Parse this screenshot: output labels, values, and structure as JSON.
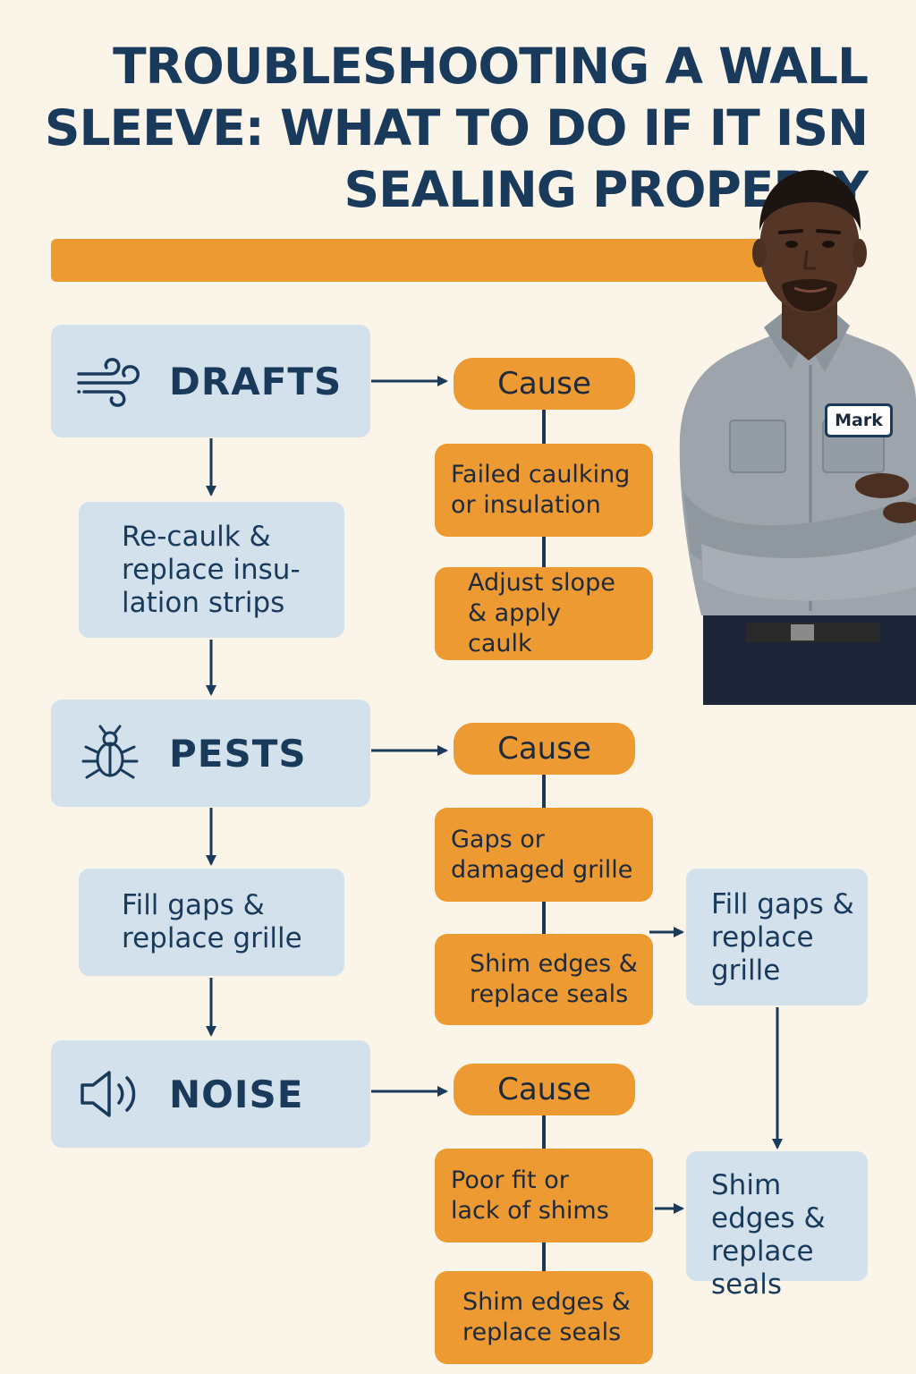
{
  "title": "TROUBLESHOOTING A WALL SLEEVE: WHAT TO DO IF IT ISN SEALING PROPERLY",
  "colors": {
    "navy": "#1a3a5c",
    "orange": "#ee9a33",
    "light_blue": "#d2e1ec",
    "background": "#fbf5e9"
  },
  "issues": [
    {
      "label": "DRAFTS",
      "icon": "wind-icon",
      "fix": "Re-caulk & replace insu- lation strips",
      "cause_label": "Cause",
      "cause": "Failed caulking or insulation",
      "solution": "Adjust slope & apply caulk"
    },
    {
      "label": "PESTS",
      "icon": "bug-icon",
      "fix": "Fill gaps & replace grille",
      "cause_label": "Cause",
      "cause": "Gaps or damaged grille",
      "solution": "Shim edges & replace seals",
      "side_fix": "Fill gaps & replace grille"
    },
    {
      "label": "NOISE",
      "icon": "speaker-icon",
      "cause_label": "Cause",
      "cause": "Poor fit or lack of shims",
      "solution": "Shim edges & replace seals",
      "side_fix": "Shim edges & replace seals"
    }
  ],
  "technician": {
    "name_badge": "Mark"
  }
}
